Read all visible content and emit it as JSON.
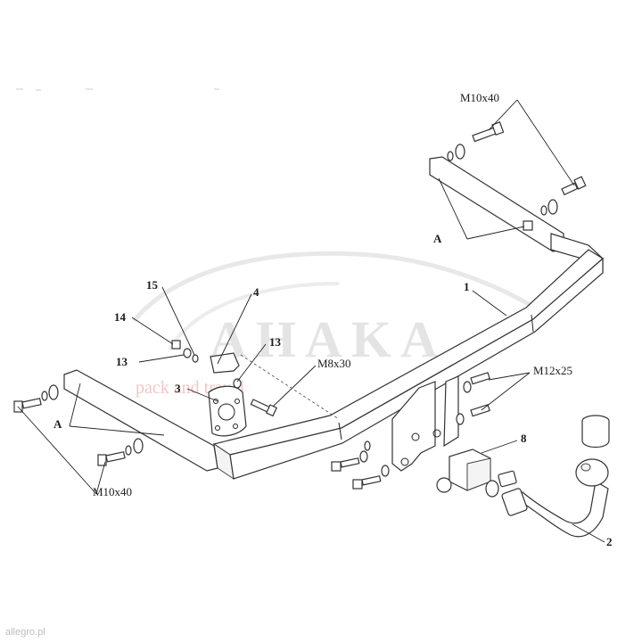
{
  "watermark": {
    "brand": "AHAKA",
    "sub": "pack and travel"
  },
  "footer": {
    "text": "allegro.pl"
  },
  "labels": {
    "bolt_top": "M10x40",
    "bolt_left": "M10x40",
    "bolt_m8": "M8x30",
    "bolt_m12": "M12x25",
    "point_a_right": "A",
    "point_a_left": "A",
    "part_1": "1",
    "part_2": "2",
    "part_3": "3",
    "part_4": "4",
    "part_8": "8",
    "part_13a": "13",
    "part_13b": "13",
    "part_14": "14",
    "part_15": "15"
  }
}
